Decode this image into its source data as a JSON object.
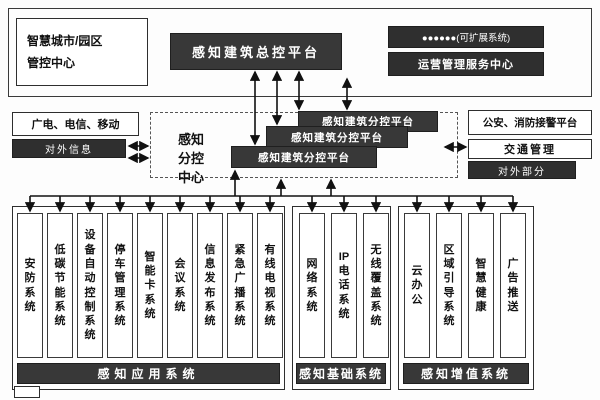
{
  "top": {
    "control_center": {
      "line1": "智慧城市/园区",
      "line2": "管控中心"
    },
    "master_platform": "感知建筑总控平台",
    "expandable_system": "●●●●●●(可扩展系统)",
    "operation_center": "运营管理服务中心"
  },
  "middle": {
    "telecom": "广电、电信、移动",
    "external_info": "对外信息",
    "sub_control_label": "感知分控中心",
    "sub_platforms": [
      "感知建筑分控平台",
      "感知建筑分控平台",
      "感知建筑分控平台"
    ],
    "police_fire": "公安、消防接警平台",
    "traffic": "交通管理",
    "external_part": "对外部分"
  },
  "groups": [
    {
      "title": "感知应用系统",
      "systems": [
        "安防系统",
        "低碳节能系统",
        "设备自动控制系统",
        "停车管理系统",
        "智能卡系统",
        "会议系统",
        "信息发布系统",
        "紧急广播系统",
        "有线电视系统"
      ]
    },
    {
      "title": "感知基础系统",
      "systems": [
        "网络系统",
        "IP电话系统",
        "无线覆盖系统"
      ]
    },
    {
      "title": "感知增值系统",
      "systems": [
        "云办公",
        "区域引导系统",
        "智慧健康",
        "广告推送"
      ]
    }
  ],
  "colors": {
    "dark_fill": "#383838",
    "border": "#2e2e2e"
  }
}
